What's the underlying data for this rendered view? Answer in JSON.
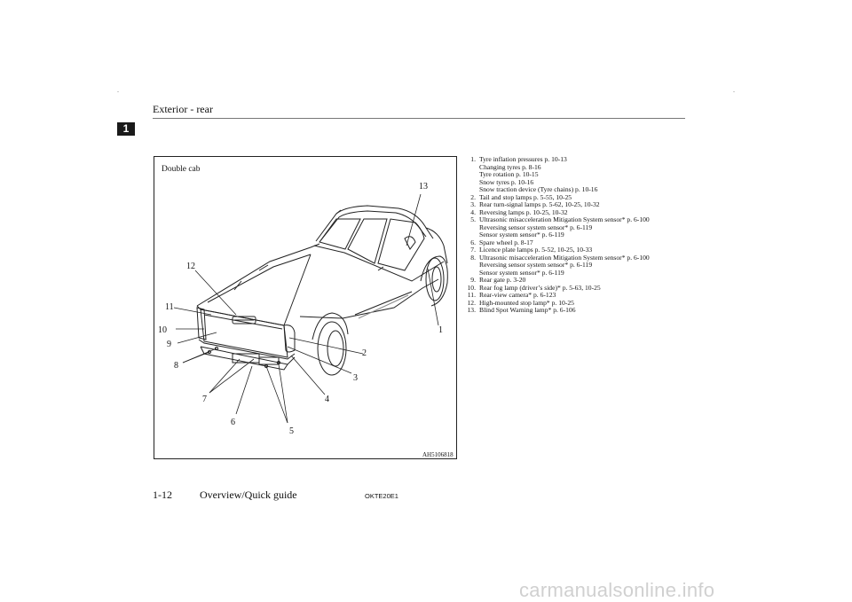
{
  "header": {
    "title": "Exterior - rear",
    "chapter": "1"
  },
  "figure": {
    "caption": "Double cab",
    "image_id": "AH5106818",
    "callouts": [
      "1",
      "2",
      "3",
      "4",
      "5",
      "6",
      "7",
      "8",
      "9",
      "10",
      "11",
      "12",
      "13"
    ]
  },
  "items": [
    {
      "num": "1.",
      "text": "Tyre inflation pressures p. 10-13",
      "subs": [
        "Changing tyres p. 8-16",
        "Tyre rotation p. 10-15",
        "Snow tyres p. 10-16",
        "Snow traction device (Tyre chains) p. 10-16"
      ]
    },
    {
      "num": "2.",
      "text": "Tail and stop lamps p. 5-55, 10-25",
      "subs": []
    },
    {
      "num": "3.",
      "text": "Rear turn-signal lamps p. 5-62, 10-25, 10-32",
      "subs": []
    },
    {
      "num": "4.",
      "text": "Reversing lamps p. 10-25, 10-32",
      "subs": []
    },
    {
      "num": "5.",
      "text": "Ultrasonic misacceleration Mitigation System sensor* p. 6-100",
      "subs": [
        "Reversing sensor system sensor* p. 6-119",
        "Sensor system sensor* p. 6-119"
      ]
    },
    {
      "num": "6.",
      "text": "Spare wheel p. 8-17",
      "subs": []
    },
    {
      "num": "7.",
      "text": "Licence plate lamps p. 5-52, 10-25, 10-33",
      "subs": []
    },
    {
      "num": "8.",
      "text": "Ultrasonic misacceleration Mitigation System sensor* p. 6-100",
      "subs": [
        "Reversing sensor system sensor* p. 6-119",
        "Sensor system sensor* p. 6-119"
      ]
    },
    {
      "num": "9.",
      "text": "Rear gate p. 3-20",
      "subs": []
    },
    {
      "num": "10.",
      "text": "Rear fog lamp (driver’s side)* p. 5-63, 10-25",
      "subs": []
    },
    {
      "num": "11.",
      "text": "Rear-view camera* p. 6-123",
      "subs": []
    },
    {
      "num": "12.",
      "text": "High-mounted stop lamp* p. 10-25",
      "subs": []
    },
    {
      "num": "13.",
      "text": "Blind Spot Warning lamp* p. 6-106",
      "subs": []
    }
  ],
  "footer": {
    "page": "1-12",
    "section": "Overview/Quick guide",
    "code": "OKTE20E1"
  },
  "watermark": "carmanualsonline.info"
}
